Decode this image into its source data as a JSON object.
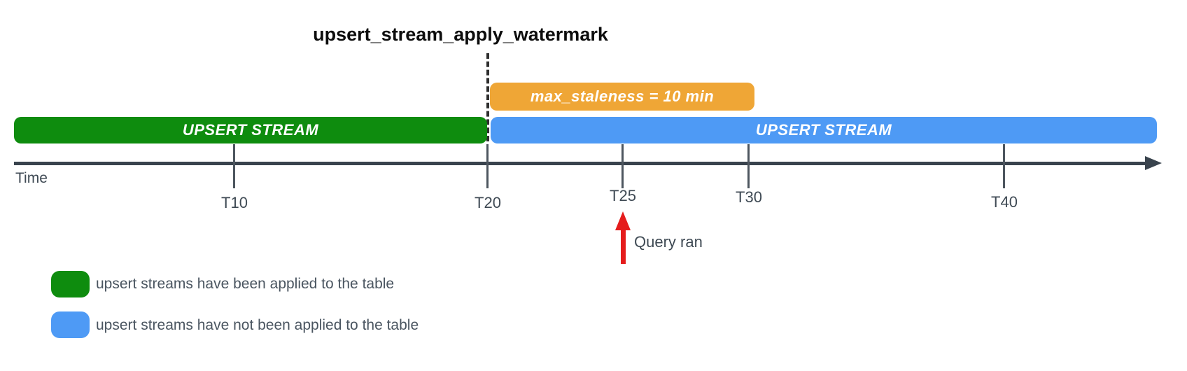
{
  "title": "upsert_stream_apply_watermark",
  "colors": {
    "green": "#0e8c0e",
    "blue": "#4e9af5",
    "orange": "#efa636",
    "red": "#e51c1c",
    "axis": "#39434d",
    "label_text": "#3f4a54"
  },
  "bars": {
    "staleness": {
      "label": "max_staleness = 10 min",
      "color": "#efa636"
    },
    "applied": {
      "label": "UPSERT STREAM",
      "color": "#0e8c0e"
    },
    "not_applied": {
      "label": "UPSERT STREAM",
      "color": "#4e9af5"
    }
  },
  "timeline": {
    "axis_label": "Time",
    "ticks": [
      {
        "label": "T10",
        "value": 10
      },
      {
        "label": "T20",
        "value": 20
      },
      {
        "label": "T25",
        "value": 25
      },
      {
        "label": "T30",
        "value": 30
      },
      {
        "label": "T40",
        "value": 40
      }
    ]
  },
  "annotations": {
    "query_ran": "Query ran"
  },
  "legend": [
    {
      "color": "#0e8c0e",
      "label": "upsert streams have been applied to the table"
    },
    {
      "color": "#4e9af5",
      "label": "upsert streams have not been applied to the table"
    }
  ]
}
